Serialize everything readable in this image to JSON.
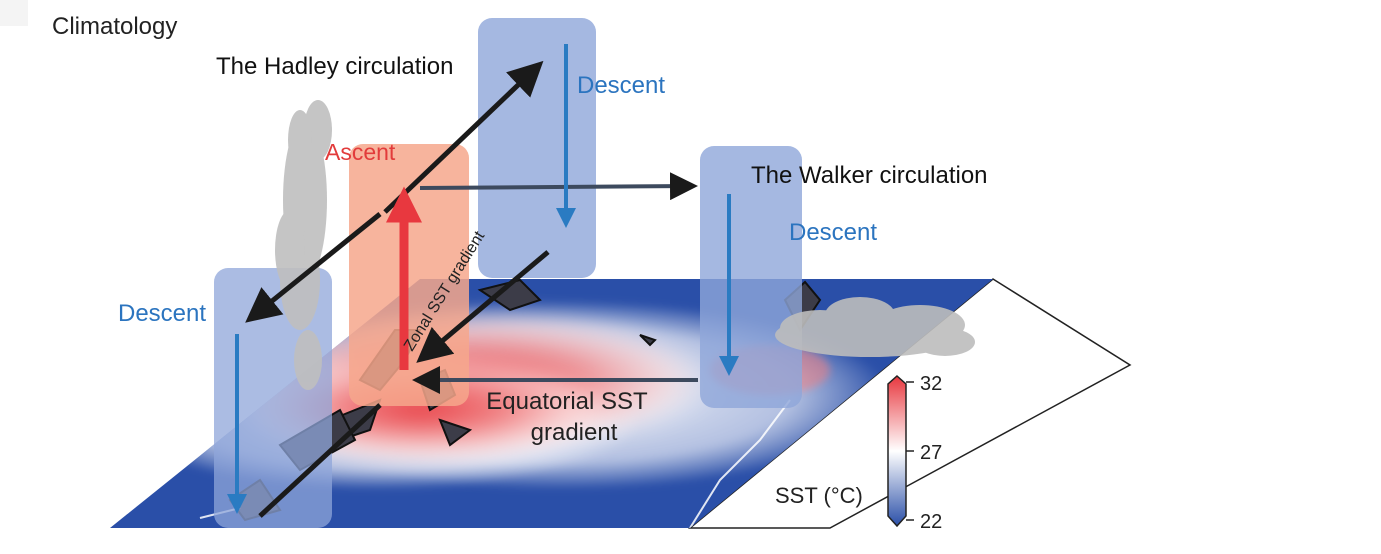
{
  "title": "Climatology",
  "labels": {
    "hadley": "The Hadley circulation",
    "walker": "The Walker circulation",
    "ascent": "Ascent",
    "descent_top": "Descent",
    "descent_right": "Descent",
    "descent_left": "Descent",
    "zonal_gradient": "Zonal SST gradient",
    "equatorial_line1": "Equatorial SST",
    "equatorial_line2": "gradient"
  },
  "colorbar": {
    "title": "SST (°C)",
    "ticks": [
      "32",
      "27",
      "22"
    ],
    "range": [
      22,
      32
    ],
    "colors": {
      "warm": "#e8383f",
      "mid": "#ffffff",
      "cold": "#2a4fa8"
    }
  },
  "colors": {
    "ascent_box": "#f6a78c",
    "descent_box": "#8fa6d9",
    "ascent_arrow": "#e8383f",
    "descent_arrow": "#2a7bc2",
    "black_arrow": "#1a1a1a",
    "ascent_text": "#e23b3b",
    "descent_text": "#2b74bf",
    "ocean_cold": "#2a4fa8"
  }
}
